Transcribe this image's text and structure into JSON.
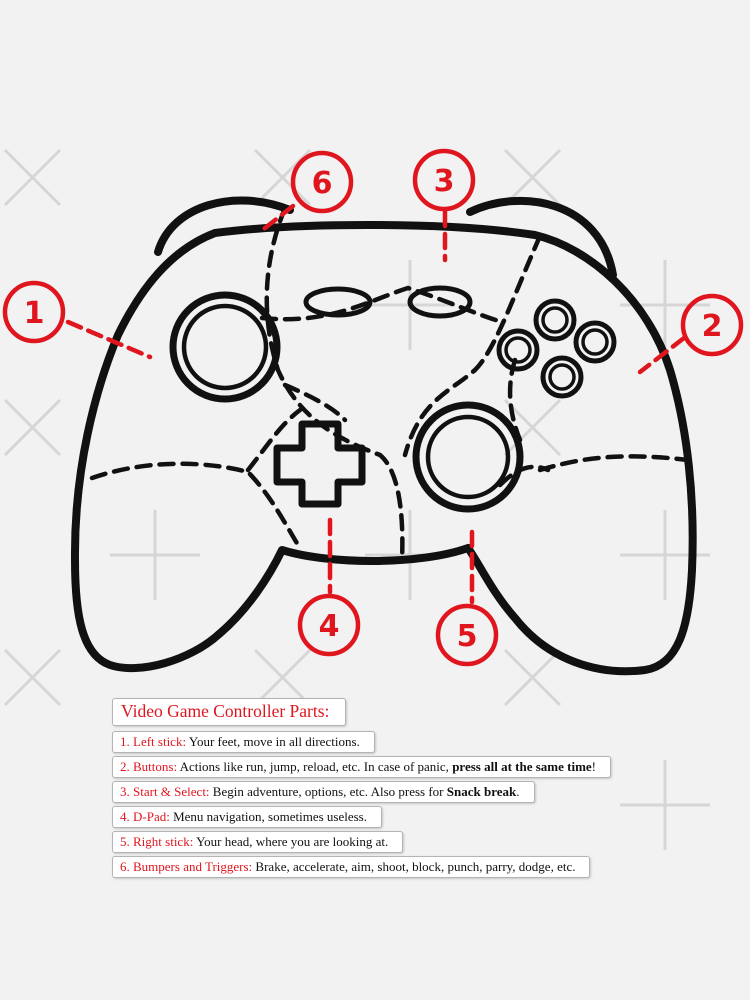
{
  "colors": {
    "accent": "#e0161f",
    "ink": "#111111",
    "background": "#f2f2f2"
  },
  "callouts": [
    {
      "number": "1"
    },
    {
      "number": "2"
    },
    {
      "number": "3"
    },
    {
      "number": "4"
    },
    {
      "number": "5"
    },
    {
      "number": "6"
    }
  ],
  "legend": {
    "title": "Video Game Controller Parts:",
    "items": [
      {
        "label": "1. Left stick:",
        "text": "Your feet, move in all directions.",
        "bold": "",
        "suffix": ""
      },
      {
        "label": "2. Buttons:",
        "text": "Actions like run, jump, reload, etc. In case of panic,",
        "bold": "press all at the same time",
        "suffix": "!"
      },
      {
        "label": "3. Start & Select:",
        "text": "Begin adventure, options, etc. Also press for",
        "bold": "Snack break",
        "suffix": "."
      },
      {
        "label": "4. D-Pad:",
        "text": "Menu navigation, sometimes useless.",
        "bold": "",
        "suffix": ""
      },
      {
        "label": "5. Right stick:",
        "text": "Your head, where you are looking at.",
        "bold": "",
        "suffix": ""
      },
      {
        "label": "6. Bumpers and Triggers:",
        "text": "Brake, accelerate, aim, shoot, block, punch, parry, dodge, etc.",
        "bold": "",
        "suffix": ""
      }
    ]
  }
}
